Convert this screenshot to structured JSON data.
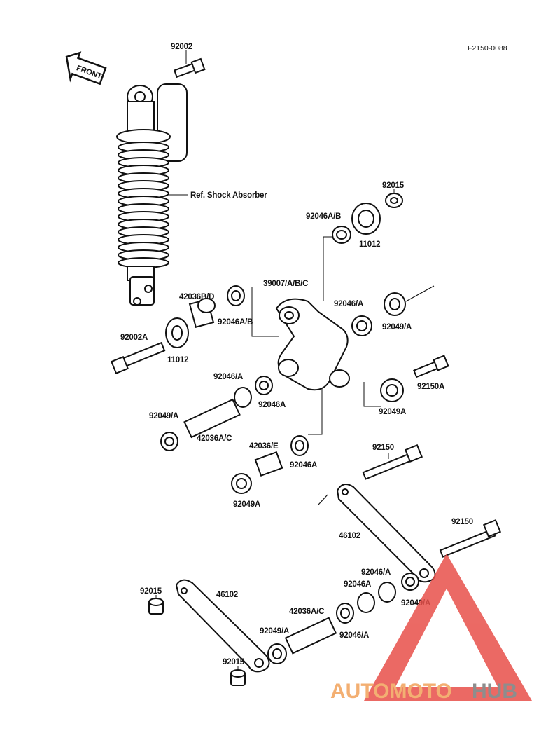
{
  "figure_code": "F2150-0088",
  "front_arrow_label": "FRONT",
  "ref_label": "Ref. Shock Absorber",
  "labels": {
    "l92002_top": "92002",
    "l92015_top": "92015",
    "l92046AB": "92046A/B",
    "l11012_right": "11012",
    "l39007": "39007/A/B/C",
    "l42036BD": "42036B/D",
    "l92046AB2": "92046A/B",
    "l92046A_1": "92046/A",
    "l92049A_1": "92049/A",
    "l92002A": "92002A",
    "l11012_left": "11012",
    "l92150A": "92150A",
    "l92046A_2": "92046/A",
    "l92046A_3": "92046A",
    "l92049A_2": "92049A",
    "l92049A_3": "92049/A",
    "l42036AC": "42036A/C",
    "l42036E": "42036/E",
    "l92046A_4": "92046A",
    "l92049A_4": "92049A",
    "l92150_1": "92150",
    "l46102_1": "46102",
    "l92150_2": "92150",
    "l92046A_5": "92046/A",
    "l92046A_6": "92046A",
    "l92049A_5": "92049/A",
    "l92015_1": "92015",
    "l46102_2": "46102",
    "l42036AC_2": "42036A/C",
    "l92049A_6": "92049/A",
    "l92046A_7": "92046/A",
    "l92015_2": "92015"
  },
  "watermark": {
    "part1": "AUTOMOTO",
    "part2": "HUB",
    "color1": "#f2a25a",
    "color2": "#7a7a7a",
    "triangle_color": "#e8504a"
  }
}
